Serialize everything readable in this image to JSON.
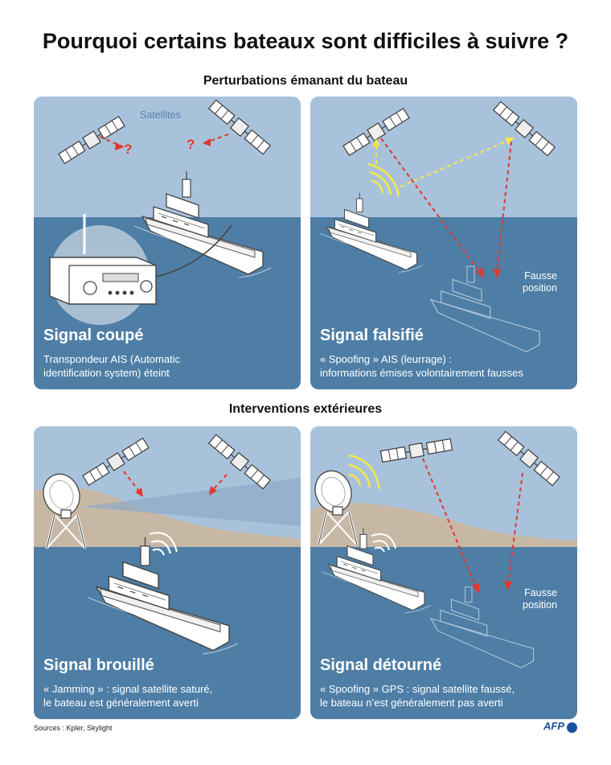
{
  "title": "Pourquoi certains bateaux sont difficiles à suivre ?",
  "sections": [
    {
      "title": "Perturbations émanant du bateau"
    },
    {
      "title": "Interventions extérieures"
    }
  ],
  "panels": [
    {
      "title": "Signal coupé",
      "description": [
        "Transpondeur AIS (Automatic",
        "identification system) éteint"
      ],
      "label": "Satellites",
      "marks": [
        "?",
        "?"
      ]
    },
    {
      "title": "Signal falsifié",
      "description": [
        "« Spoofing » AIS (leurrage) :",
        "informations émises volontairement fausses"
      ],
      "label": [
        "Fausse",
        "position"
      ]
    },
    {
      "title": "Signal brouillé",
      "description": [
        "« Jamming » : signal satellite saturé,",
        "le bateau est généralement averti"
      ]
    },
    {
      "title": "Signal détourné",
      "description": [
        "« Spoofing » GPS : signal satellite faussé,",
        "le bateau n’est généralement pas averti"
      ],
      "label": [
        "Fausse",
        "position"
      ]
    }
  ],
  "sources": "Sources : Kpler, Skylight",
  "logo": "AFP",
  "colors": {
    "sky": "#a9c2dc",
    "sea": "#4e7ea6",
    "land": "#c7b8a6",
    "alert": "#e0392b",
    "spoof": "#f4e64a"
  }
}
